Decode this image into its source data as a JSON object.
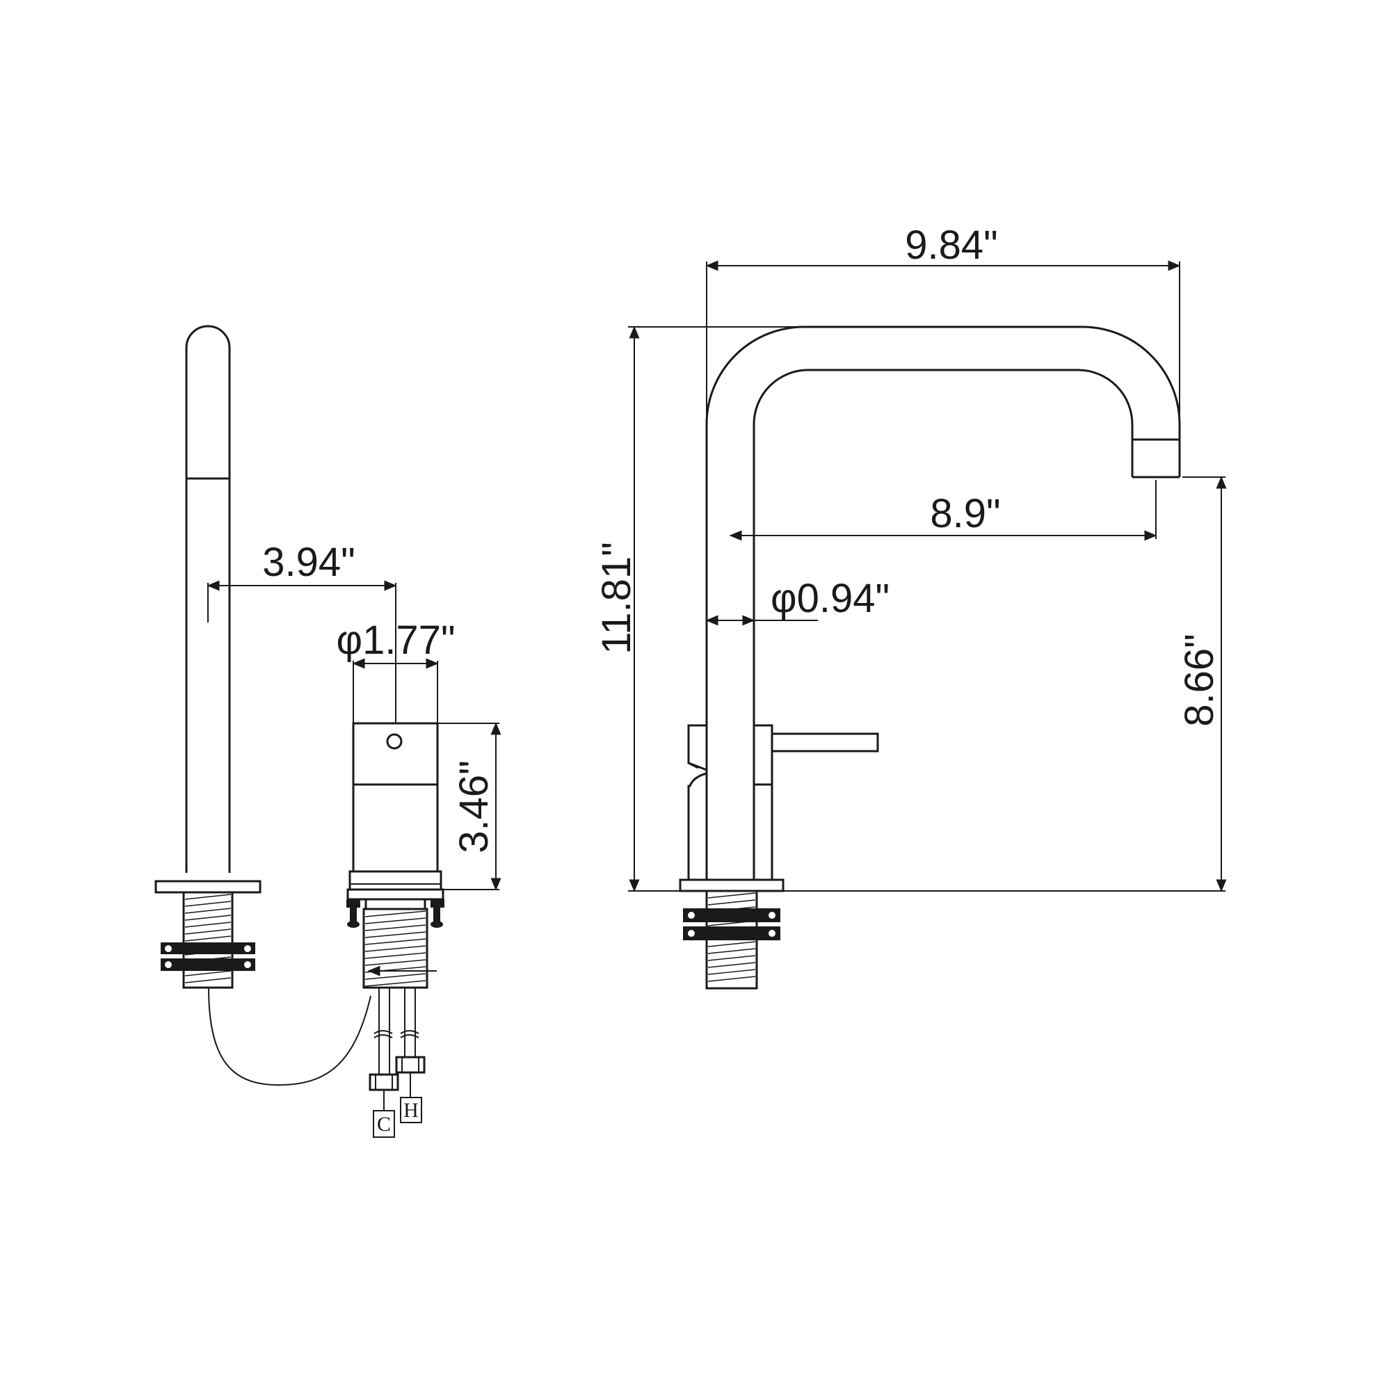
{
  "dimensions": {
    "spout_reach_outer": "9.84\"",
    "spout_reach_inner": "8.9\"",
    "total_height": "11.81\"",
    "spout_outlet_height": "8.66\"",
    "tube_diameter": "φ0.94\"",
    "handle_diameter": "φ1.77\"",
    "handle_height": "3.46\"",
    "center_spacing": "3.94\""
  },
  "supply_tags": {
    "cold": "C",
    "hot": "H"
  },
  "colors": {
    "line": "#1a1a1a",
    "background": "#ffffff"
  }
}
